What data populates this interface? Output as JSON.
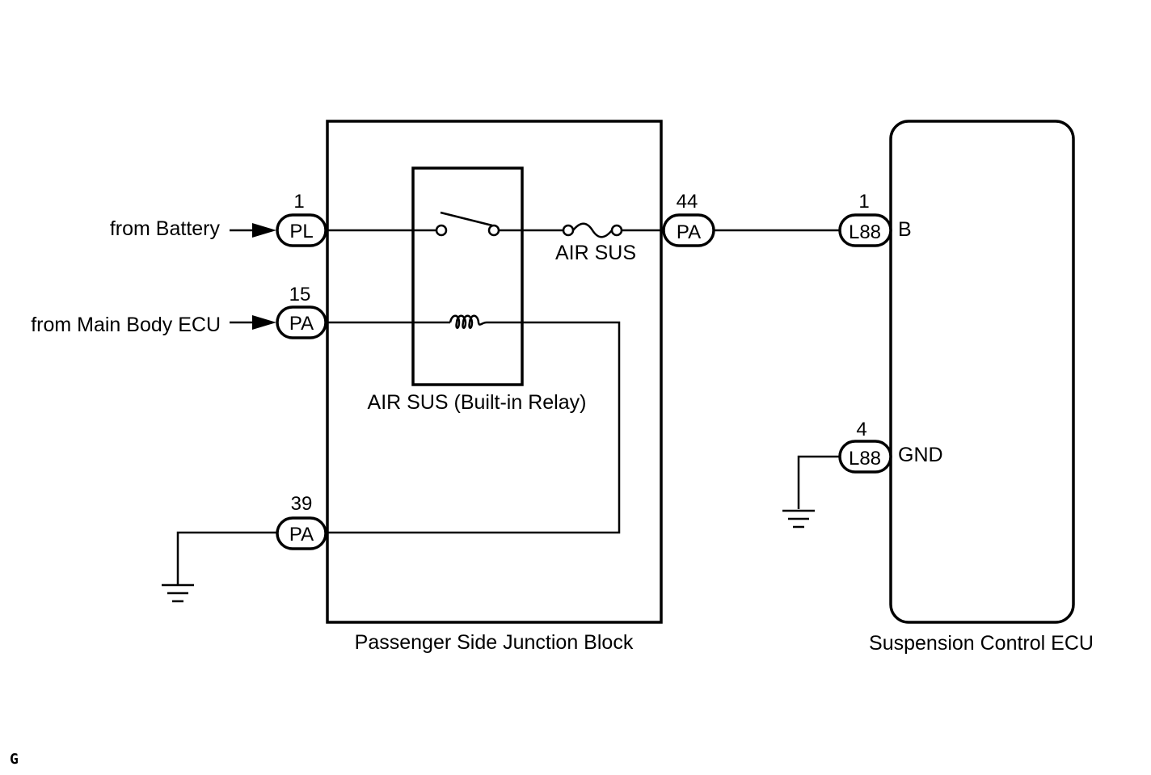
{
  "inputs": {
    "battery": "from Battery",
    "main_body_ecu": "from Main Body ECU"
  },
  "junction_block": {
    "name": "Passenger Side Junction Block",
    "relay_label": "AIR SUS (Built-in Relay)",
    "fuse_label": "AIR SUS"
  },
  "ecu": {
    "name": "Suspension Control ECU",
    "terminal_b": "B",
    "terminal_gnd": "GND"
  },
  "connectors": {
    "pl_1": {
      "code": "PL",
      "pin": "1"
    },
    "pa_15": {
      "code": "PA",
      "pin": "15"
    },
    "pa_39": {
      "code": "PA",
      "pin": "39"
    },
    "pa_44": {
      "code": "PA",
      "pin": "44"
    },
    "l88_1": {
      "code": "L88",
      "pin": "1"
    },
    "l88_4": {
      "code": "L88",
      "pin": "4"
    }
  },
  "corner_mark": "G"
}
